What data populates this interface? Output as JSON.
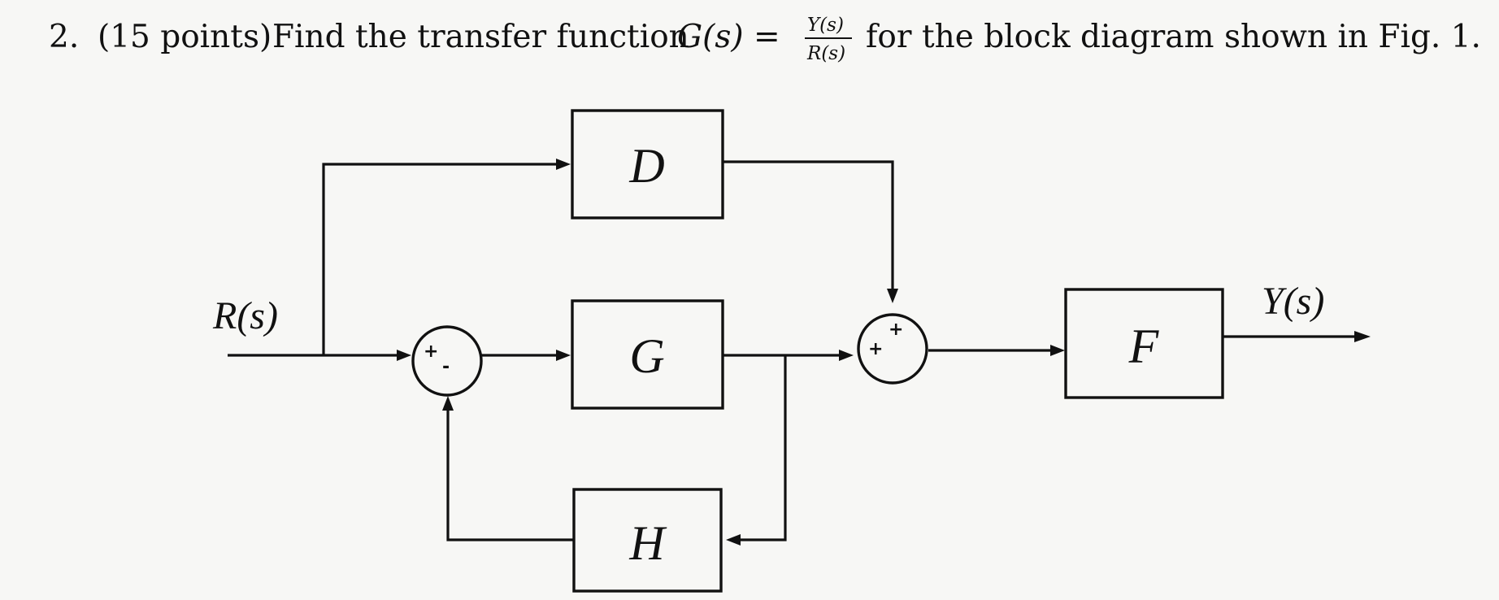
{
  "question": {
    "number": "2.",
    "points": "(15 points)",
    "text_before": "Find the transfer function",
    "function_name": "G(s) =",
    "fraction_numerator": "Y(s)",
    "fraction_denominator": "R(s)",
    "text_after": "for the block diagram shown in Fig. 1."
  },
  "diagram": {
    "blocks": {
      "D": "D",
      "G": "G",
      "H": "H",
      "F": "F"
    },
    "signals": {
      "input": "R(s)",
      "output": "Y(s)"
    },
    "summing_junction_1": {
      "sign_left": "+",
      "sign_bottom": "-"
    },
    "summing_junction_2": {
      "sign_left": "+",
      "sign_top": "+"
    }
  }
}
